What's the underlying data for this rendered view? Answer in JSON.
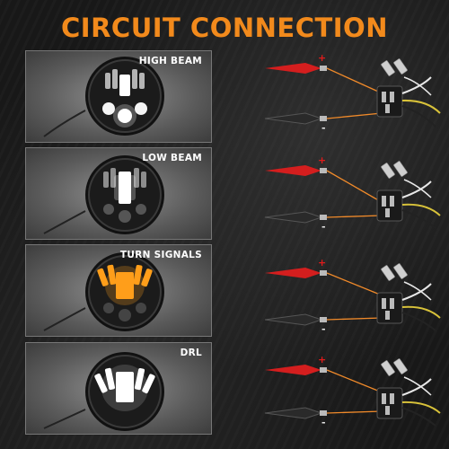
{
  "title": "CIRCUIT CONNECTION",
  "colors": {
    "title": "#f28a1c",
    "positive_clip": "#e01b1b",
    "negative_clip": "#2a2a2a",
    "wire_orange": "#f08a2a",
    "wire_white": "#e8e8e8",
    "wire_yellow": "#d8c23a",
    "led_white": "#ffffff",
    "led_amber": "#ff9e1a"
  },
  "modes": [
    {
      "label": "HIGH BEAM",
      "plus": "+",
      "minus": "-",
      "icon": "headlight-high-beam-icon"
    },
    {
      "label": "LOW BEAM",
      "plus": "+",
      "minus": "-",
      "icon": "headlight-low-beam-icon"
    },
    {
      "label": "TURN SIGNALS",
      "plus": "+",
      "minus": "-",
      "icon": "headlight-turn-signal-icon"
    },
    {
      "label": "DRL",
      "plus": "+",
      "minus": "-",
      "icon": "headlight-drl-icon"
    }
  ]
}
